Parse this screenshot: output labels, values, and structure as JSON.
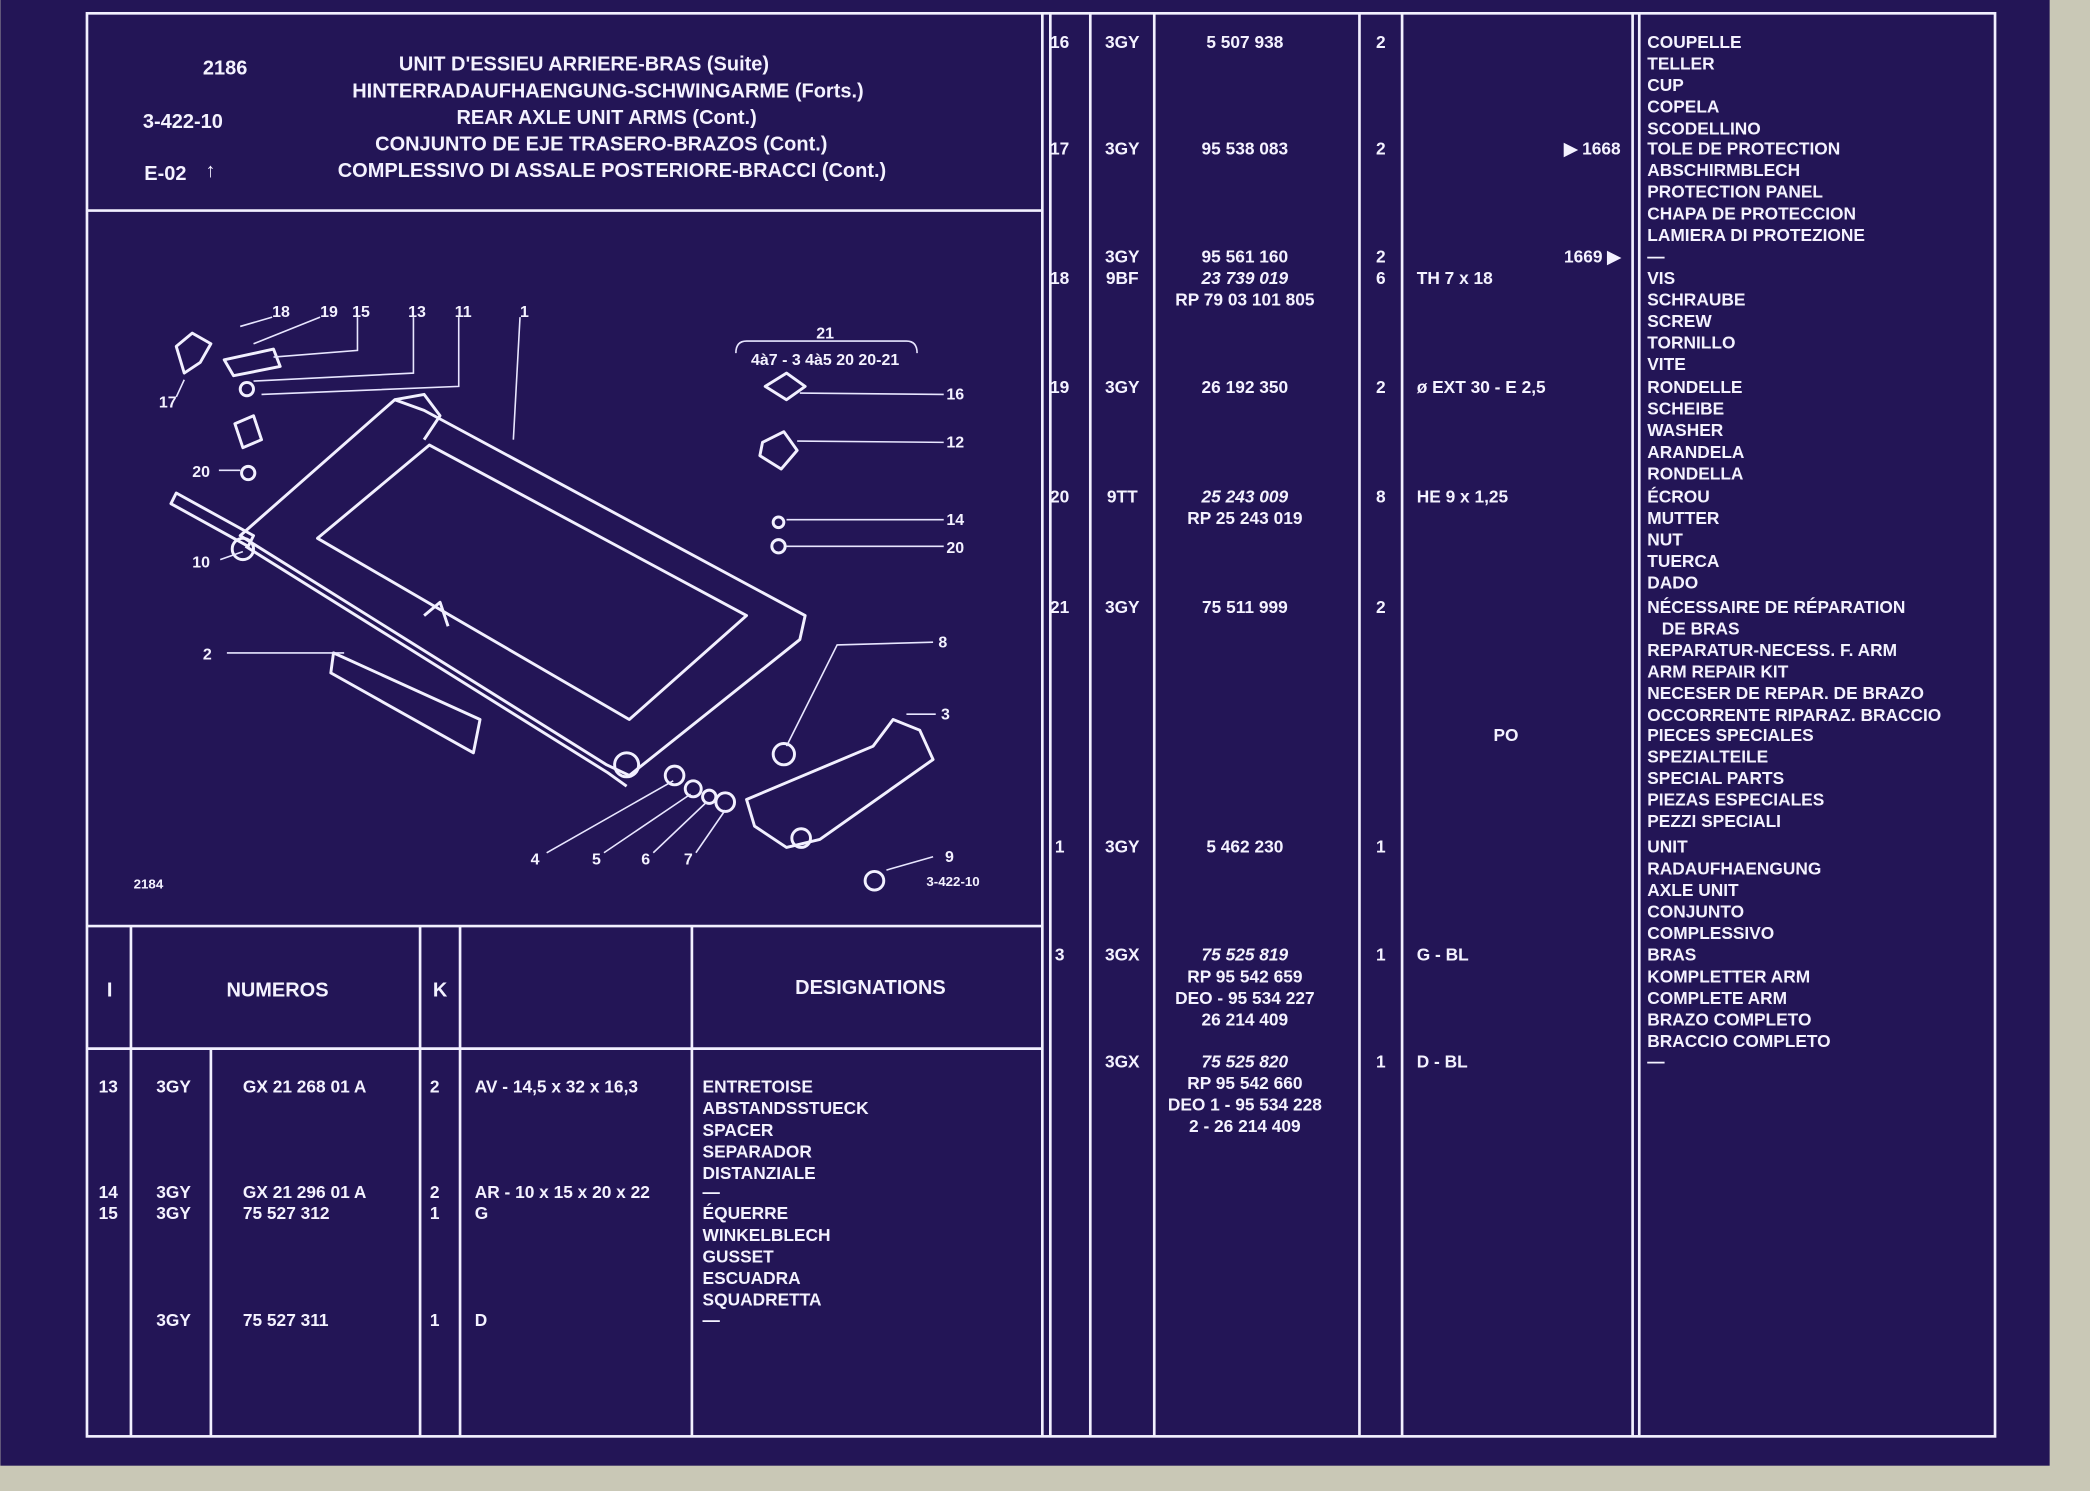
{
  "header": {
    "page_code": "2186",
    "reference": "3-422-10",
    "section": "E-02",
    "arrow": "↑",
    "titles": [
      "UNIT D'ESSIEU ARRIERE-BRAS (Suite)",
      "HINTERRADAUFHAENGUNG-SCHWINGARME (Forts.)",
      "REAR AXLE UNIT ARMS (Cont.)",
      "CONJUNTO DE EJE TRASERO-BRAZOS (Cont.)",
      "COMPLESSIVO DI ASSALE POSTERIORE-BRACCI (Cont.)"
    ]
  },
  "diagram": {
    "callouts": [
      "18",
      "19",
      "15",
      "13",
      "11",
      "1",
      "17",
      "20",
      "10",
      "2",
      "21",
      "4à7 - 3 4à5 20 20-21",
      "16",
      "12",
      "14",
      "20",
      "8",
      "3",
      "4",
      "5",
      "6",
      "7",
      "9"
    ],
    "figure_code": "2184",
    "figure_ref": "3-422-10"
  },
  "table_headers": {
    "ref": "I",
    "numbers": "NUMEROS",
    "qty": "K",
    "designations": "DESIGNATIONS"
  },
  "left_rows": [
    {
      "ref": "13",
      "code": "3GY",
      "numbers": [
        "GX 21 268 01 A"
      ],
      "qty": "2",
      "spec": "AV - 14,5 x 32 x 16,3",
      "desc": [
        "ENTRETOISE",
        "ABSTANDSSTUECK",
        "SPACER",
        "SEPARADOR",
        "DISTANZIALE"
      ]
    },
    {
      "ref": "14",
      "code": "3GY",
      "numbers": [
        "GX 21 296 01 A"
      ],
      "qty": "2",
      "spec": "AR - 10 x 15 x 20 x 22",
      "desc": [
        "—"
      ]
    },
    {
      "ref": "15",
      "code": "3GY",
      "numbers": [
        "75 527 312"
      ],
      "qty": "1",
      "spec": "G",
      "desc": [
        "ÉQUERRE",
        "WINKELBLECH",
        "GUSSET",
        "ESCUADRA",
        "SQUADRETTA"
      ]
    },
    {
      "ref": "",
      "code": "3GY",
      "numbers": [
        "75 527 311"
      ],
      "qty": "1",
      "spec": "D",
      "desc": [
        "—"
      ]
    }
  ],
  "right_rows": [
    {
      "ref": "16",
      "code": "3GY",
      "numbers": [
        "5 507 938"
      ],
      "qty": "2",
      "spec": "",
      "note": "",
      "desc": [
        "COUPELLE",
        "TELLER",
        "CUP",
        "COPELA",
        "SCODELLINO"
      ]
    },
    {
      "ref": "17",
      "code": "3GY",
      "numbers": [
        "95 538 083"
      ],
      "qty": "2",
      "spec": "",
      "note": "▶ 1668",
      "desc": [
        "TOLE DE PROTECTION",
        "ABSCHIRMBLECH",
        "PROTECTION PANEL",
        "CHAPA DE PROTECCION",
        "LAMIERA DI PROTEZIONE"
      ]
    },
    {
      "ref": "",
      "code": "3GY",
      "numbers": [
        "95 561 160"
      ],
      "qty": "2",
      "spec": "",
      "note": "1669 ▶",
      "desc": [
        "—"
      ]
    },
    {
      "ref": "18",
      "code": "9BF",
      "numbers": [
        "23 739 019",
        "RP 79 03 101 805"
      ],
      "italic_first": true,
      "qty": "6",
      "spec": "TH 7 x 18",
      "note": "",
      "desc": [
        "VIS",
        "SCHRAUBE",
        "SCREW",
        "TORNILLO",
        "VITE"
      ]
    },
    {
      "ref": "19",
      "code": "3GY",
      "numbers": [
        "26 192 350"
      ],
      "qty": "2",
      "spec": "ø EXT 30 - E 2,5",
      "note": "",
      "desc": [
        "RONDELLE",
        "SCHEIBE",
        "WASHER",
        "ARANDELA",
        "RONDELLA"
      ]
    },
    {
      "ref": "20",
      "code": "9TT",
      "numbers": [
        "25 243 009",
        "RP 25 243 019"
      ],
      "italic_first": true,
      "qty": "8",
      "spec": "HE 9 x 1,25",
      "note": "",
      "desc": [
        "ÉCROU",
        "MUTTER",
        "NUT",
        "TUERCA",
        "DADO"
      ]
    },
    {
      "ref": "21",
      "code": "3GY",
      "numbers": [
        "75 511 999"
      ],
      "qty": "2",
      "spec": "",
      "note": "",
      "desc": [
        "NÉCESSAIRE DE RÉPARATION",
        "   DE BRAS",
        "REPARATUR-NECESS. F. ARM",
        "ARM REPAIR KIT",
        "NECESER DE REPAR. DE BRAZO",
        "OCCORRENTE RIPARAZ. BRACCIO"
      ]
    },
    {
      "ref": "",
      "code": "",
      "numbers": [],
      "qty": "",
      "spec": "",
      "note": "PO",
      "desc": [
        "PIECES SPECIALES",
        "SPEZIALTEILE",
        "SPECIAL PARTS",
        "PIEZAS ESPECIALES",
        "PEZZI SPECIALI"
      ]
    },
    {
      "ref": "1",
      "code": "3GY",
      "numbers": [
        "5 462 230"
      ],
      "qty": "1",
      "spec": "",
      "note": "",
      "desc": [
        "UNIT",
        "RADAUFHAENGUNG",
        "AXLE UNIT",
        "CONJUNTO",
        "COMPLESSIVO"
      ]
    },
    {
      "ref": "3",
      "code": "3GX",
      "numbers": [
        "75 525 819",
        "RP 95 542 659",
        "DEO - 95 534 227",
        "26 214 409"
      ],
      "italic_first": true,
      "qty": "1",
      "spec": "G - BL",
      "note": "",
      "desc": [
        "BRAS",
        "KOMPLETTER ARM",
        "COMPLETE ARM",
        "BRAZO COMPLETO",
        "BRACCIO COMPLETO"
      ]
    },
    {
      "ref": "",
      "code": "3GX",
      "numbers": [
        "75 525 820",
        "RP 95 542 660",
        "DEO 1 - 95 534 228",
        "2 - 26 214 409"
      ],
      "italic_first": true,
      "qty": "1",
      "spec": "D - BL",
      "note": "",
      "desc": [
        "—"
      ]
    }
  ],
  "colors": {
    "background": "#231556",
    "lines": "#f2f0ff",
    "film_edge": "#c9c8b6"
  }
}
